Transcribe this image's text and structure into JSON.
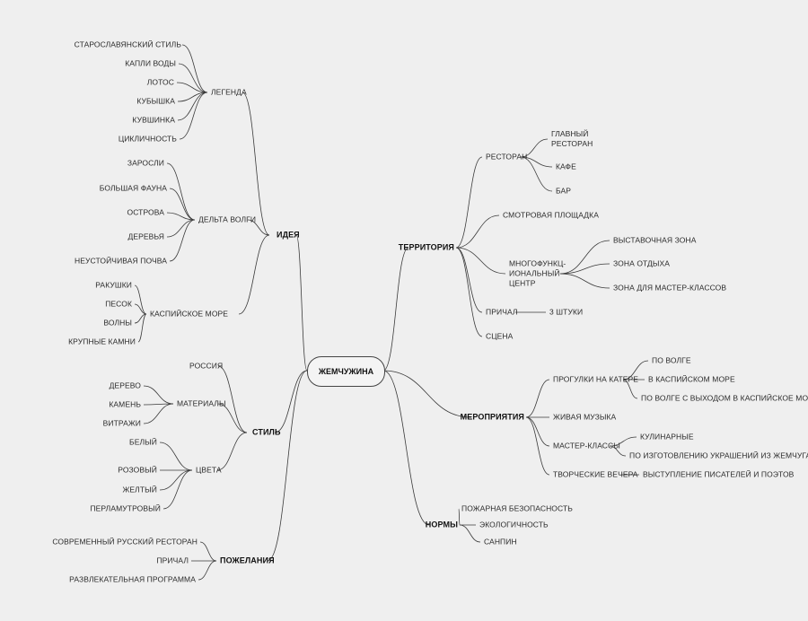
{
  "root": "ЖЕМЧУЖИНА",
  "idea": {
    "label": "ИДЕЯ",
    "legend": {
      "label": "ЛЕГЕНДА",
      "items": [
        "СТАРОСЛАВЯНСКИЙ СТИЛЬ",
        "КАПЛИ ВОДЫ",
        "ЛОТОС",
        "КУБЫШКА",
        "КУВШИНКА",
        "ЦИКЛИЧНОСТЬ"
      ]
    },
    "delta": {
      "label": "ДЕЛЬТА ВОЛГИ",
      "items": [
        "ЗАРОСЛИ",
        "БОЛЬШАЯ ФАУНА",
        "ОСТРОВА",
        "ДЕРЕВЬЯ",
        "НЕУСТОЙЧИВАЯ ПОЧВА"
      ]
    },
    "caspian": {
      "label": "КАСПИЙСКОЕ МОРЕ",
      "items": [
        "РАКУШКИ",
        "ПЕСОК",
        "ВОЛНЫ",
        "КРУПНЫЕ КАМНИ"
      ]
    }
  },
  "style": {
    "label": "СТИЛЬ",
    "russia": "РОССИЯ",
    "materials": {
      "label": "МАТЕРИАЛЫ",
      "items": [
        "ДЕРЕВО",
        "КАМЕНЬ",
        "ВИТРАЖИ"
      ]
    },
    "colors": {
      "label": "ЦВЕТА",
      "items": [
        "БЕЛЫЙ",
        "РОЗОВЫЙ",
        "ЖЕЛТЫЙ",
        "ПЕРЛАМУТРОВЫЙ"
      ]
    }
  },
  "wishes": {
    "label": "ПОЖЕЛАНИЯ",
    "items": [
      "СОВРЕМЕННЫЙ РУССКИЙ РЕСТОРАН",
      "ПРИЧАЛ",
      "РАЗВЛЕКАТЕЛЬНАЯ ПРОГРАММА"
    ]
  },
  "territory": {
    "label": "ТЕРРИТОРИЯ",
    "restaurant": {
      "label": "РЕСТОРАН",
      "items": [
        "ГЛАВНЫЙ\nРЕСТОРАН",
        "КАФЕ",
        "БАР"
      ]
    },
    "viewpoint": "СМОТРОВАЯ ПЛОЩАДКА",
    "center": {
      "label": "МНОГОФУНКЦ-\nИОНАЛЬНЫЙ\nЦЕНТР",
      "items": [
        "ВЫСТАВОЧНАЯ ЗОНА",
        "ЗОНА ОТДЫХА",
        "ЗОНА ДЛЯ МАСТЕР-КЛАССОВ"
      ]
    },
    "pier": {
      "label": "ПРИЧАЛ",
      "items": [
        "3 ШТУКИ"
      ]
    },
    "stage": "СЦЕНА"
  },
  "events": {
    "label": "МЕРОПРИЯТИЯ",
    "walks": {
      "label": "ПРОГУЛКИ НА КАТЕРЕ",
      "items": [
        "ПО ВОЛГЕ",
        "В КАСПИЙСКОМ МОРЕ",
        "ПО ВОЛГЕ С ВЫХОДОМ В КАСПИЙСКОЕ МОРЕ"
      ]
    },
    "music": "ЖИВАЯ МУЗЫКА",
    "masterclasses": {
      "label": "МАСТЕР-КЛАССЫ",
      "items": [
        "КУЛИНАРНЫЕ",
        "ПО ИЗГОТОВЛЕНИЮ УКРАШЕНИЙ ИЗ ЖЕМЧУГА"
      ]
    },
    "evenings": {
      "label": "ТВОРЧЕСКИЕ ВЕЧЕРА",
      "items": [
        "ВЫСТУПЛЕНИЕ ПИСАТЕЛЕЙ И ПОЭТОВ"
      ]
    }
  },
  "norms": {
    "label": "НОРМЫ",
    "items": [
      "ПОЖАРНАЯ БЕЗОПАСНОСТЬ",
      "ЭКОЛОГИЧНОСТЬ",
      "САНПИН"
    ]
  }
}
